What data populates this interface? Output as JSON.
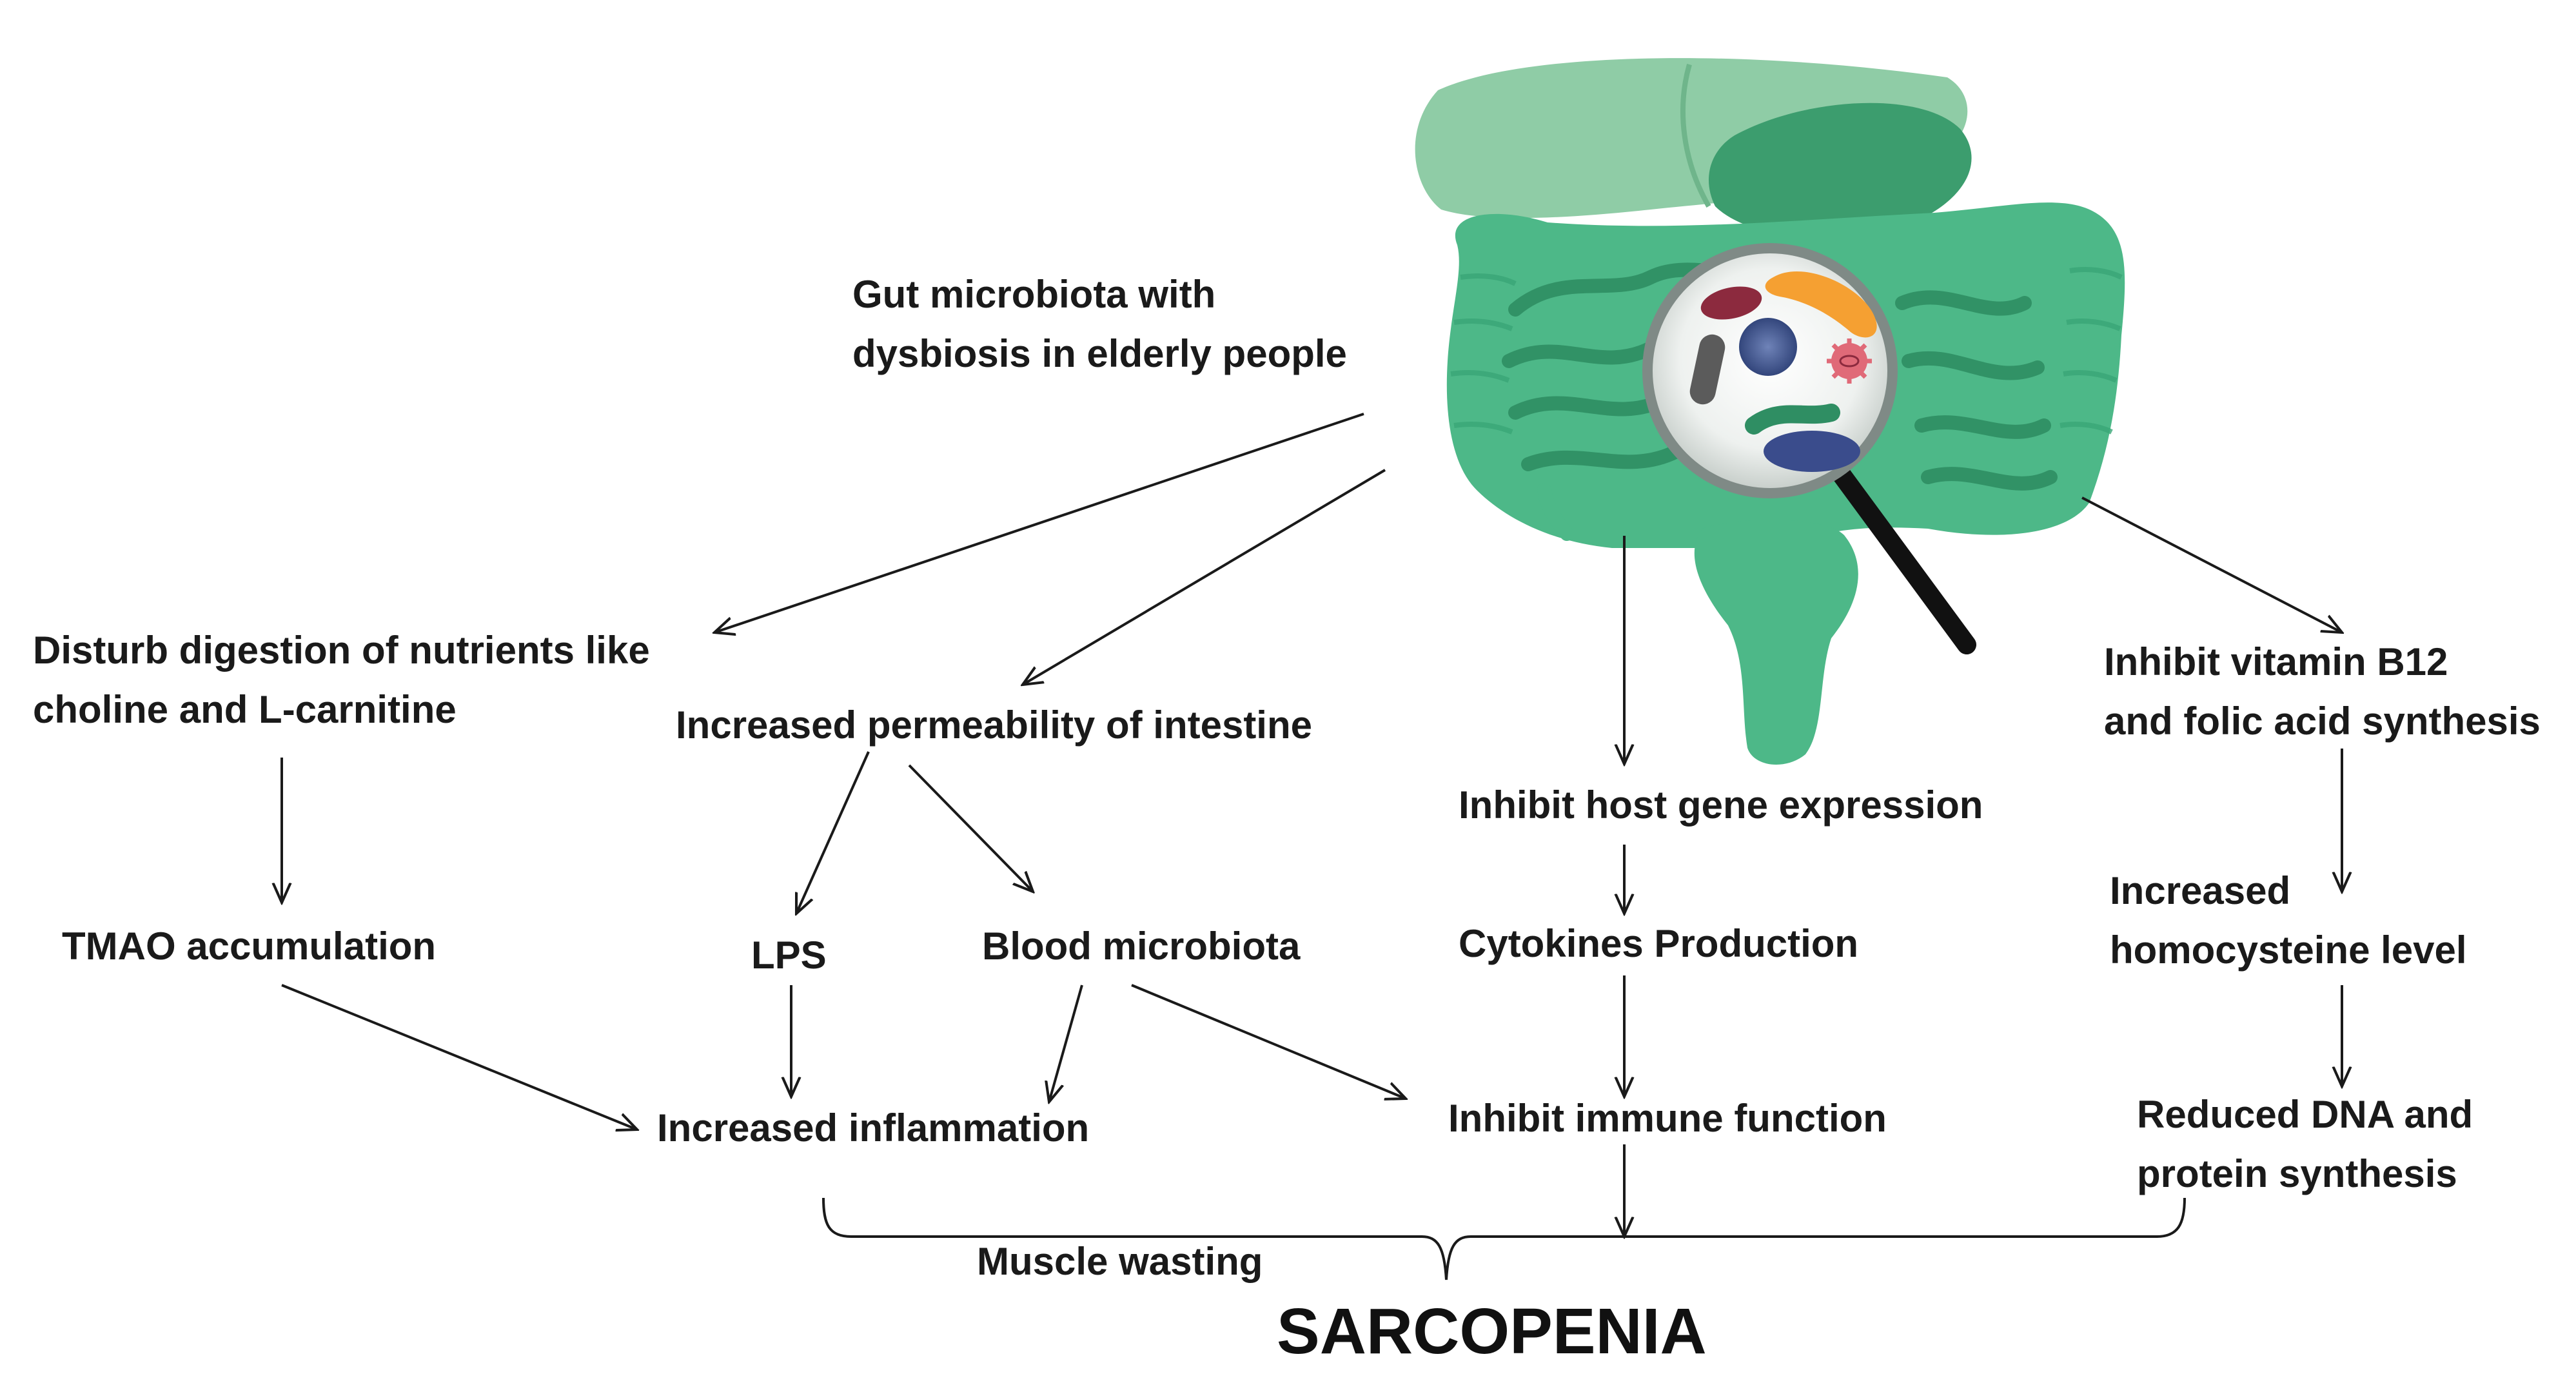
{
  "nodes": {
    "gut": [
      "Gut microbiota with",
      "dysbiosis in elderly people"
    ],
    "disturb": [
      "Disturb digestion of nutrients like",
      "choline and L-carnitine"
    ],
    "permeability": "Increased permeability of intestine",
    "host_gene": "Inhibit host gene expression",
    "vitamin": [
      "Inhibit vitamin B12",
      "and folic acid synthesis"
    ],
    "tmao": "TMAO accumulation",
    "lps": "LPS",
    "blood": "Blood microbiota",
    "cytokines": "Cytokines Production",
    "homocysteine": [
      "Increased",
      "homocysteine level"
    ],
    "inflammation": "Increased inflammation",
    "immune": "Inhibit immune function",
    "dna": [
      "Reduced DNA and",
      "protein synthesis"
    ],
    "muscle": "Muscle wasting",
    "sarcopenia": "SARCOPENIA"
  },
  "colors": {
    "organ_main": "#4db888",
    "organ_dark": "#2f8e63",
    "liver": "#8fcca6",
    "stomach": "#3c9d6e",
    "bacteria_orange": "#f5a032",
    "bacteria_maroon": "#8c2a3e",
    "bacteria_blue": "#3a4c8c",
    "virus_pink": "#e06a78",
    "arrow": "#1a1a1a"
  }
}
